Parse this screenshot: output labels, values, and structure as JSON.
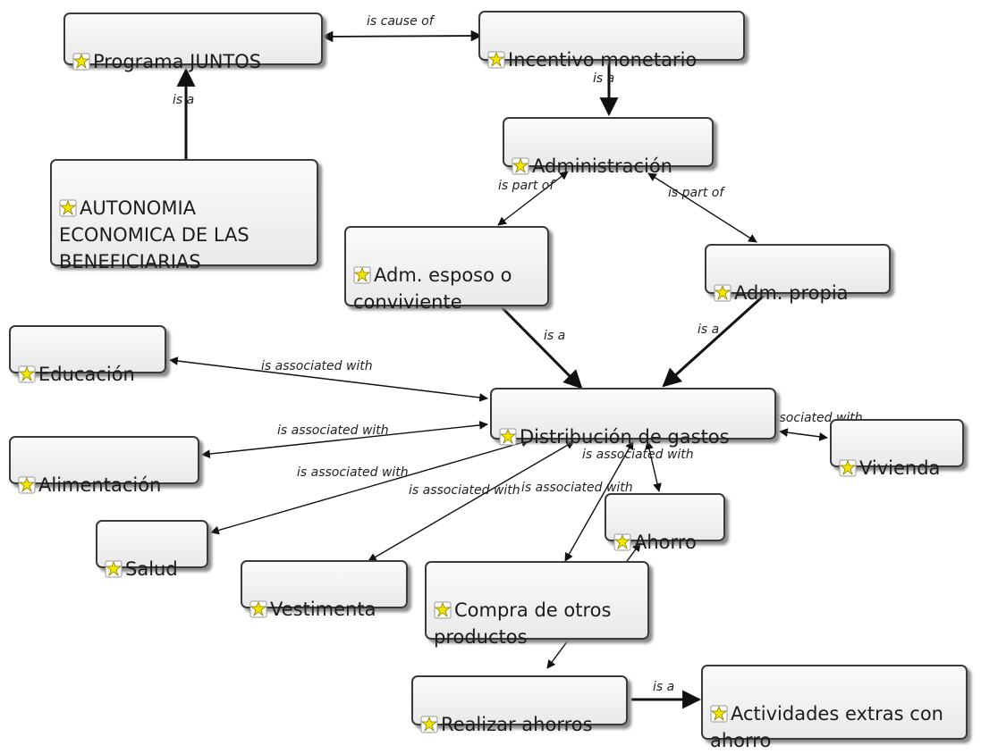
{
  "nodes": [
    {
      "id": "programa",
      "label": "Programa JUNTOS"
    },
    {
      "id": "incentivo",
      "label": "Incentivo monetario"
    },
    {
      "id": "autonomia",
      "label": "AUTONOMIA\nECONOMICA DE LAS\nBENEFICIARIAS"
    },
    {
      "id": "administracion",
      "label": "Administración"
    },
    {
      "id": "adm_esposo",
      "label": "Adm. esposo o\nconviviente"
    },
    {
      "id": "adm_propia",
      "label": "Adm. propia"
    },
    {
      "id": "educacion",
      "label": "Educación"
    },
    {
      "id": "distribucion",
      "label": "Distribución de gastos"
    },
    {
      "id": "alimentacion",
      "label": "Alimentación"
    },
    {
      "id": "vivienda",
      "label": "Vivienda"
    },
    {
      "id": "salud",
      "label": "Salud"
    },
    {
      "id": "ahorro",
      "label": "Ahorro"
    },
    {
      "id": "vestimenta",
      "label": "Vestimenta"
    },
    {
      "id": "compra",
      "label": "Compra de otros\nproductos"
    },
    {
      "id": "realizar",
      "label": "Realizar ahorros"
    },
    {
      "id": "actividades",
      "label": "Actividades extras con\nahorro"
    }
  ],
  "links": [
    {
      "label": "is cause of"
    },
    {
      "label": "is a"
    },
    {
      "label": "is a"
    },
    {
      "label": "is part of"
    },
    {
      "label": "is part of"
    },
    {
      "label": "is a"
    },
    {
      "label": "is a"
    },
    {
      "label": "is associated with"
    },
    {
      "label": "is associated with"
    },
    {
      "label": "is associated with"
    },
    {
      "label": "is associated with"
    },
    {
      "label": "is associated with"
    },
    {
      "label": "is associated with"
    },
    {
      "label": "is associated with"
    },
    {
      "label": "is a"
    }
  ],
  "colors": {
    "node_border": "#3a3a3a",
    "node_fill": "#f2f2f2",
    "edge": "#111111",
    "icon": "#e6d200"
  },
  "icon": "concept-star-icon"
}
